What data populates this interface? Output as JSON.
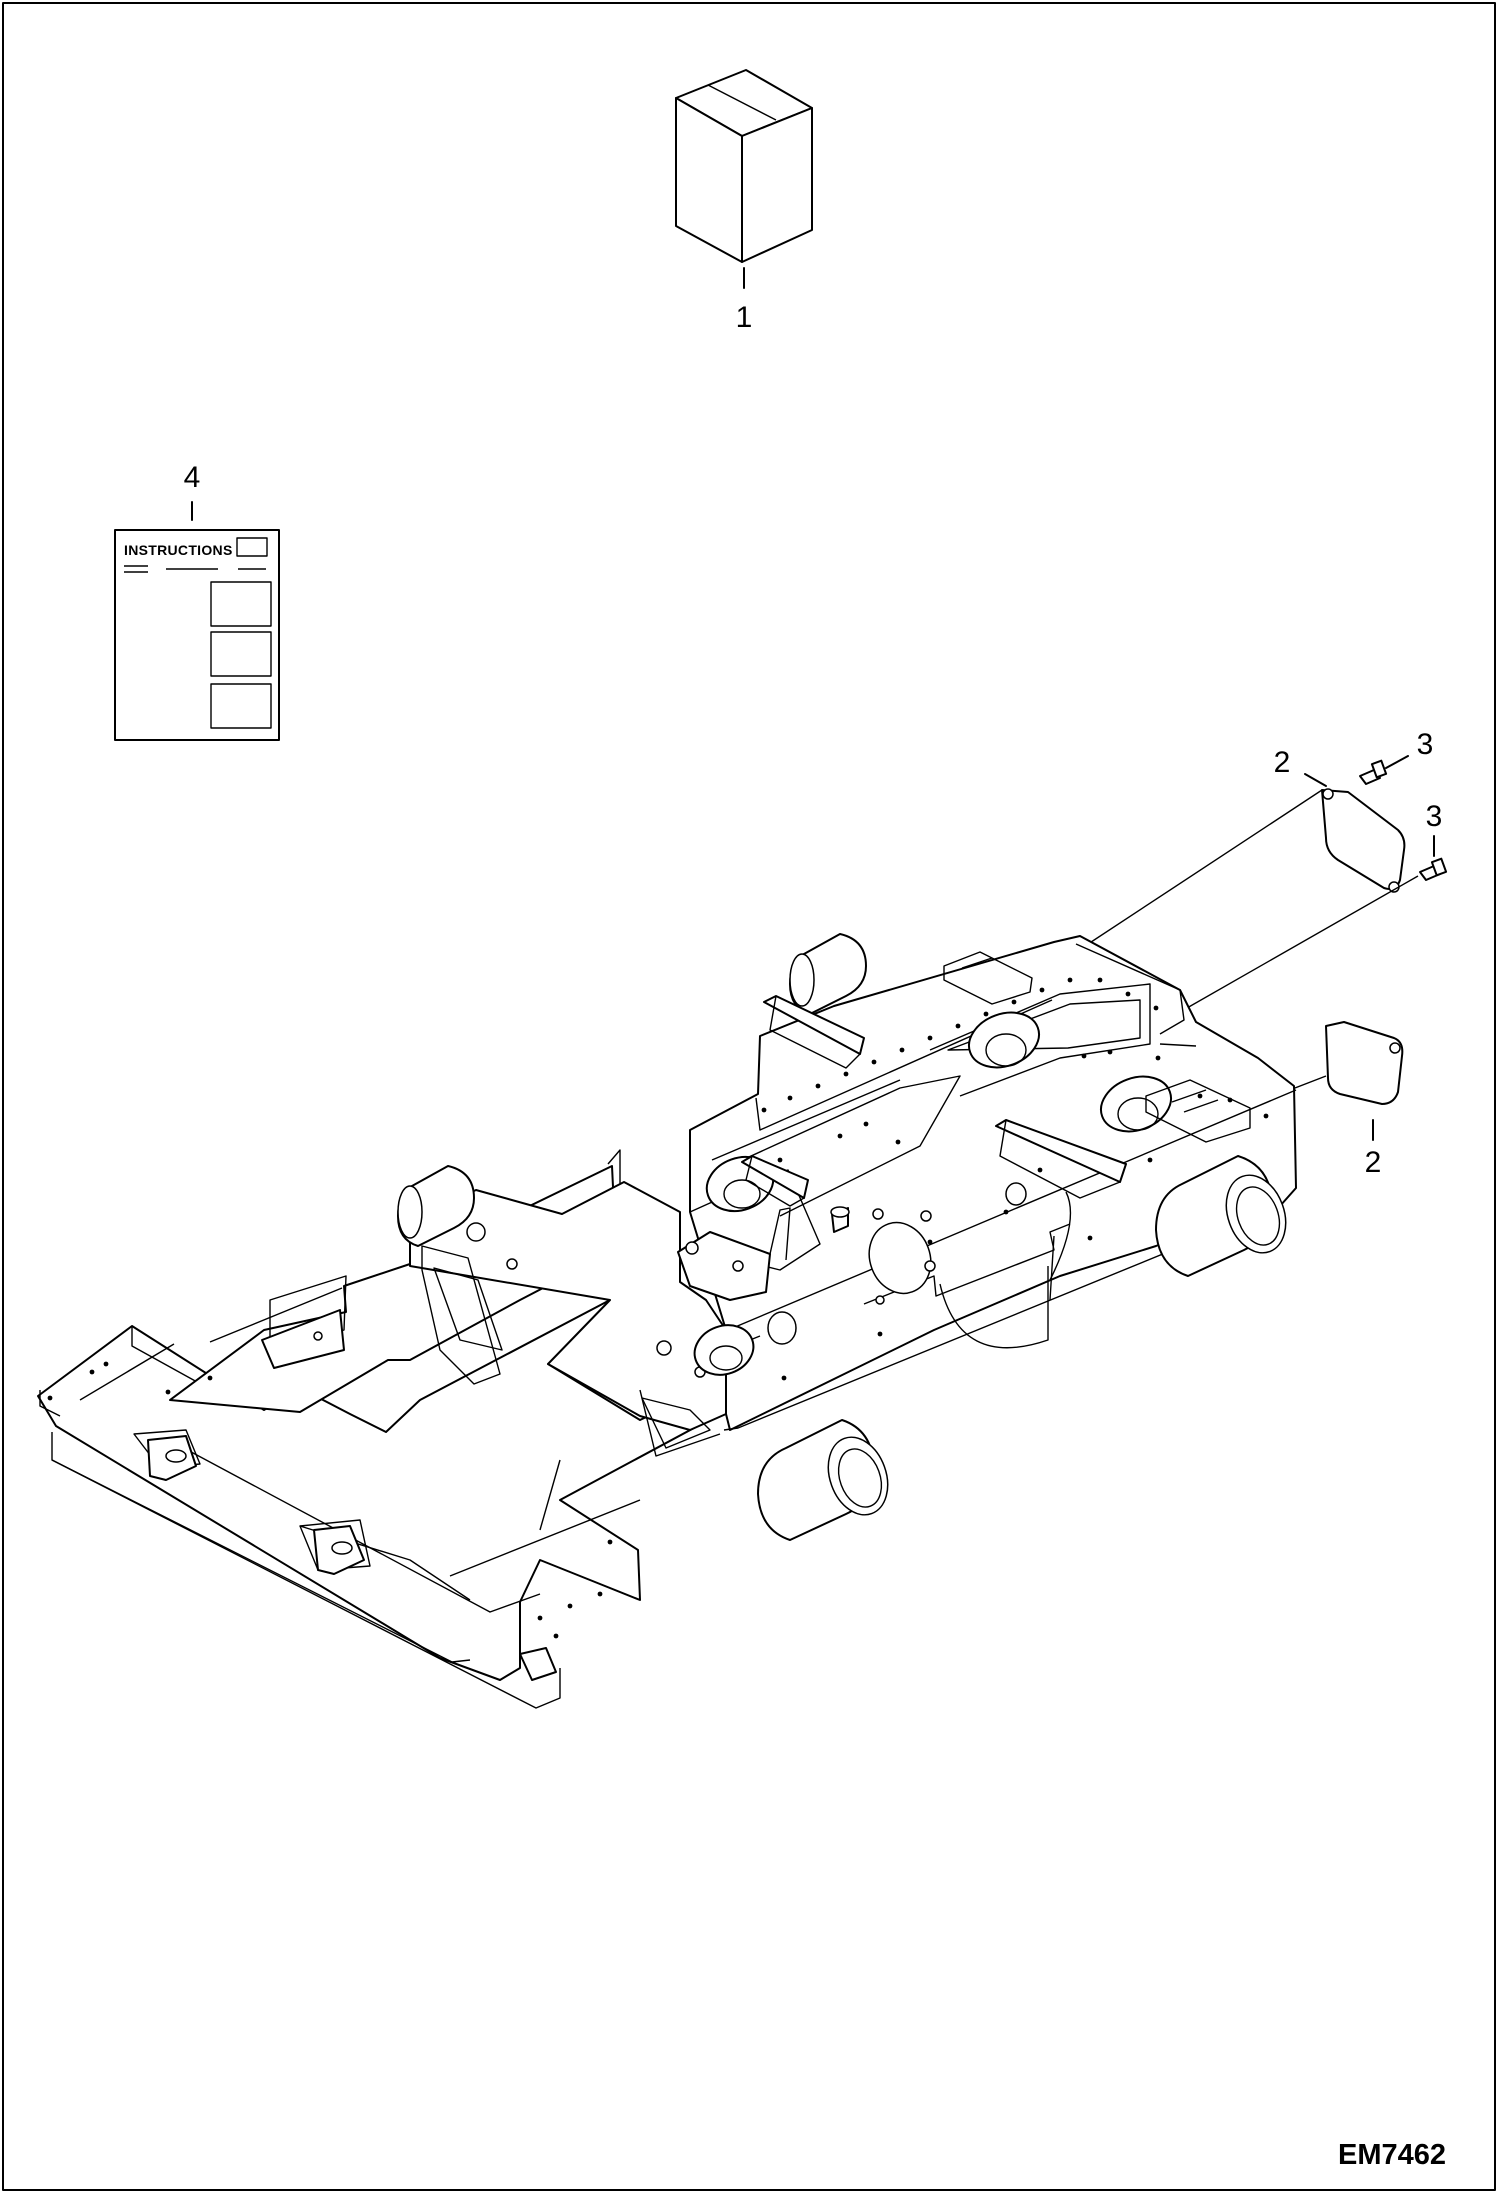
{
  "drawing": {
    "reference_code": "EM7462",
    "callouts": {
      "item1": "1",
      "item2_upper": "2",
      "item2_lower": "2",
      "item3_upper": "3",
      "item3_lower": "3",
      "item4": "4"
    },
    "instructions_card": {
      "heading": "INSTRUCTIONS"
    }
  }
}
